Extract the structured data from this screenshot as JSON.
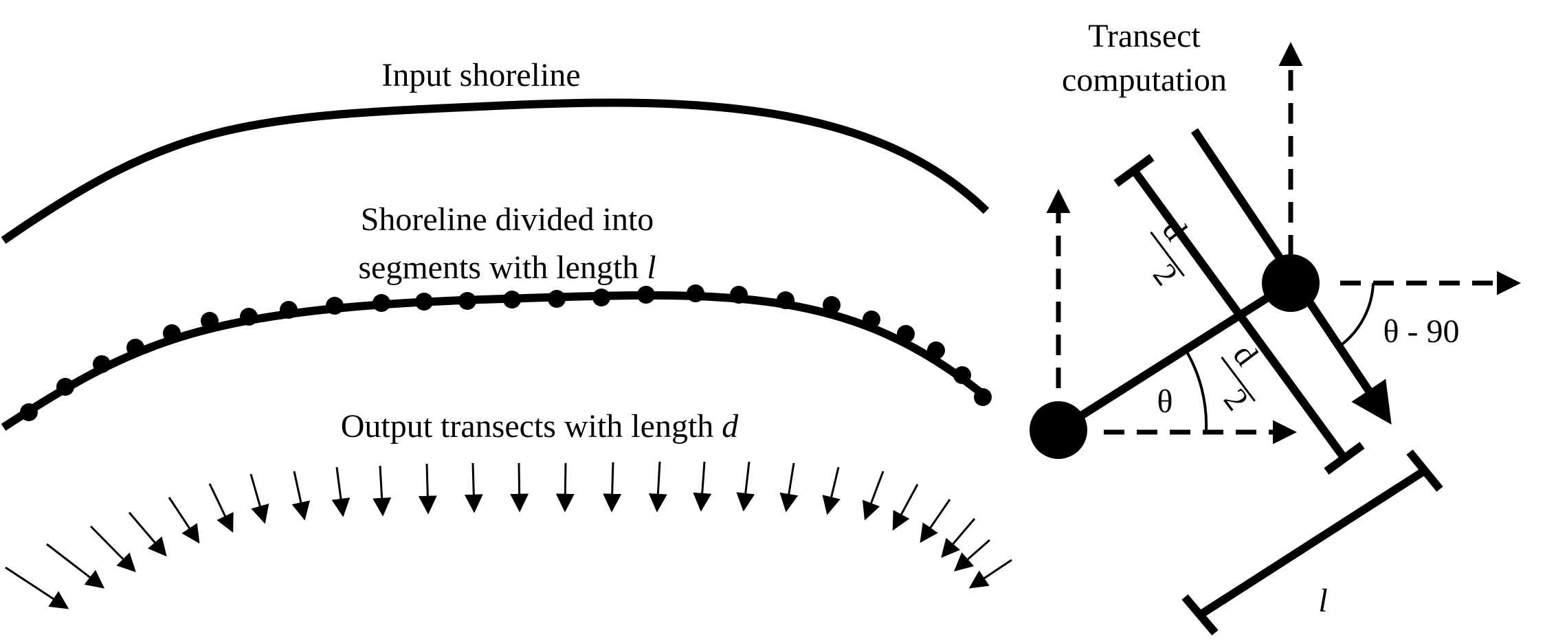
{
  "labels": {
    "input_shoreline": "Input shoreline",
    "segments_line1": "Shoreline divided into",
    "segments_line2": "segments with length ",
    "segments_var": "l",
    "output_text": "Output transects with length ",
    "output_var": "d",
    "transect_line1": "Transect",
    "transect_line2": "computation",
    "half_d_num": "d",
    "half_d_den": "2",
    "theta": "θ",
    "theta_minus_90": "θ - 90",
    "length_l": "l"
  },
  "colors": {
    "ink": "#000000",
    "background": "#ffffff"
  }
}
